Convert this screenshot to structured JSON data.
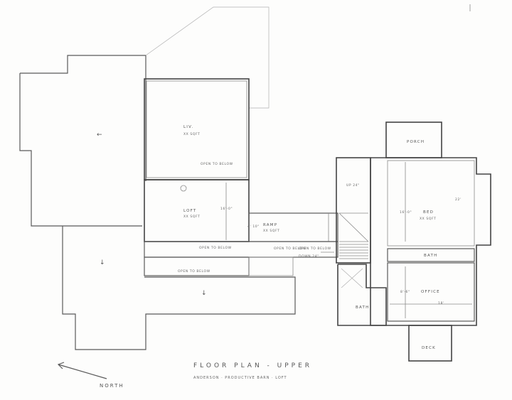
{
  "title": "FLOOR PLAN - UPPER",
  "subtitle": "ANDERSON · PRODUCTIVE BARN · LOFT",
  "north_label": "NORTH",
  "rooms": {
    "liv": {
      "name": "LIV.",
      "area": "XX SQFT"
    },
    "loft": {
      "name": "LOFT",
      "area": "XX SQFT",
      "dim": "16'-0\""
    },
    "ramp": {
      "name": "RAMP",
      "area": "XX SQFT",
      "dim": "4' 10\""
    },
    "porch_top": {
      "name": "PORCH"
    },
    "bed": {
      "name": "BED",
      "area": "XX SQFT",
      "dim_w": "22'",
      "dim_h": "16'-0\""
    },
    "bath": {
      "name": "BATH"
    },
    "office": {
      "name": "OFFICE",
      "dim_w": "18'",
      "dim_h": "8'-6\""
    },
    "bath2": {
      "name": "BATH"
    },
    "deck": {
      "name": "DECK"
    }
  },
  "notes": {
    "open_below_1": "OPEN TO BELOW",
    "open_below_2": "OPEN TO BELOW",
    "open_below_3": "OPEN TO BELOW",
    "open_below_4": "OPEN TO BELOW",
    "open_below_5": "OPEN TO BELOW",
    "up_dim": "UP 24\"",
    "down_dim": "DOWN 24\""
  },
  "arrows": {
    "left": "←",
    "down1": "↓",
    "down2": "↓"
  }
}
